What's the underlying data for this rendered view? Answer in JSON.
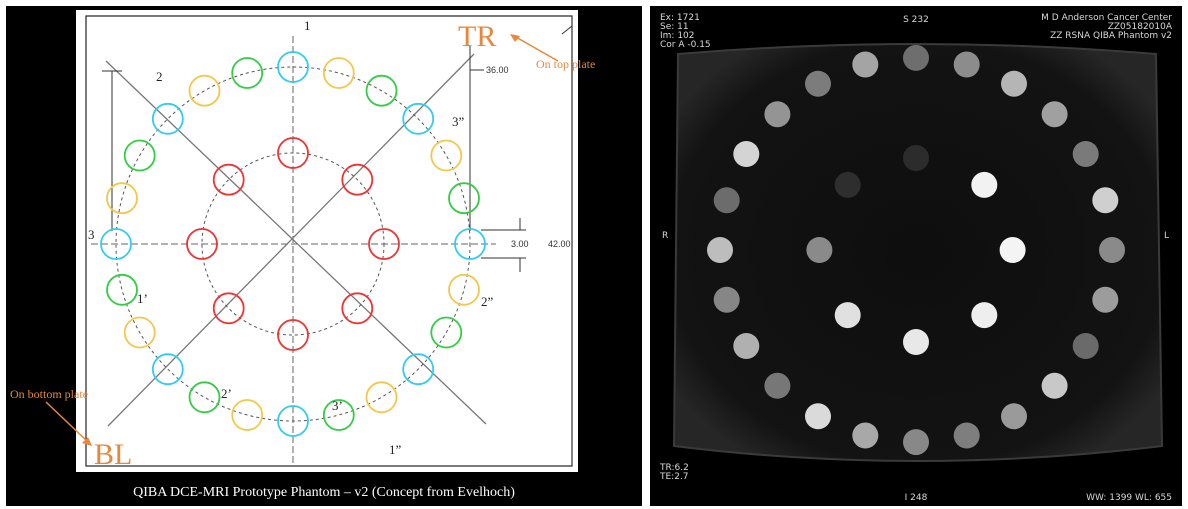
{
  "left": {
    "caption": "QIBA DCE-MRI Prototype Phantom – v2 (Concept from Evelhoch)",
    "tr_label": "TR",
    "bl_label": "BL",
    "top_plate_note": "On top plate",
    "bottom_plate_note": "On bottom plate",
    "dim_36": "36.00",
    "dim_3": "3.00",
    "dim_42": "42.00",
    "labels": {
      "n1": "1",
      "n2": "2",
      "n3": "3",
      "n1p": "1’",
      "n2p": "2’",
      "n3p": "3’",
      "n1pp": "1”",
      "n2pp": "2”",
      "n3pp": "3”"
    },
    "colors": {
      "cyan": "#33ccee",
      "green": "#33cc44",
      "yellow": "#f2c84b",
      "red": "#ee3333",
      "orange": "#e8873a"
    }
  },
  "right": {
    "top_left": [
      "Ex: 1721",
      "Se: 11",
      "Im: 102",
      "Cor A -0.15"
    ],
    "top_center": "S 232",
    "top_right": [
      "M D Anderson Cancer Center",
      "ZZ05182010A",
      "ZZ RSNA QIBA Phantom v2"
    ],
    "side_left": "R",
    "side_right": "L",
    "bottom_left": [
      "TR:6.2",
      "TE:2.7"
    ],
    "bottom_center": "I 248",
    "bottom_right": "WW: 1399 WL: 655"
  }
}
